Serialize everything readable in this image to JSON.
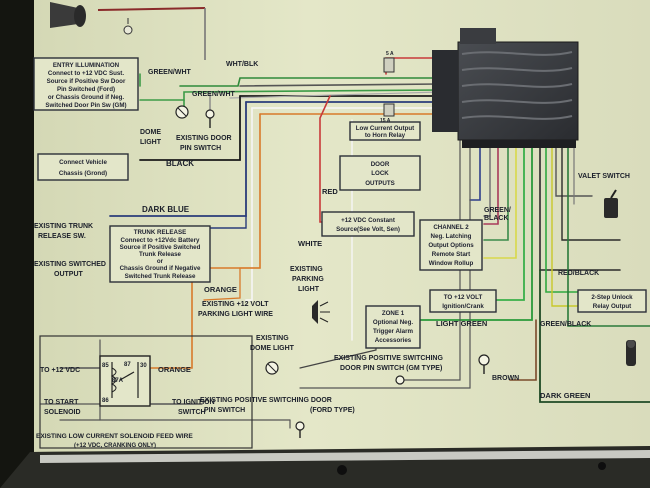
{
  "labels": {
    "wht_blk": "WHT/BLK",
    "green_wht_1": "GREEN/WHT",
    "green_wht_2": "GREEN/WHT",
    "black": "BLACK",
    "dark_blue": "DARK BLUE",
    "white": "WHITE",
    "red": "RED",
    "orange_1": "ORANGE",
    "orange_2": "ORANGE",
    "green_black_top": "GREEN/",
    "green_black_bot": "BLACK",
    "red_black": "RED/BLACK",
    "light_green": "LIGHT GREEN",
    "green_black_2": "GREEN/BLACK",
    "brown": "BROWN",
    "dark_green": "DARK GREEN",
    "valet_switch": "VALET SWITCH",
    "dome_light_1": "DOME",
    "dome_light_2": "LIGHT",
    "door_pin_1": "EXISTING DOOR",
    "door_pin_2": "PIN SWITCH",
    "existing_trunk_1": "EXISTING TRUNK",
    "existing_trunk_2": "RELEASE SW.",
    "existing_switched_1": "EXISTING SWITCHED",
    "existing_switched_2": "OUTPUT",
    "parking_light_1": "EXISTING",
    "parking_light_2": "PARKING",
    "parking_light_3": "LIGHT",
    "existing_12v_1": "EXISTING +12 VOLT",
    "existing_12v_2": "PARKING LIGHT WIRE",
    "existing_dome_1": "EXISTING",
    "existing_dome_2": "DOME LIGHT",
    "pos_switch_gm_1": "EXISTING POSITIVE SWITCHING",
    "pos_switch_gm_2": "DOOR PIN SWITCH (GM TYPE)",
    "pos_switch_ford_1": "EXISTING POSITIVE SWITCHING DOOR",
    "pos_switch_ford_2": "PIN SWITCH",
    "pos_switch_ford_3": "(FORD TYPE)",
    "to_12vdc": "TO +12 VDC",
    "to_start_1": "TO START",
    "to_start_2": "SOLENOID",
    "to_ignition_1": "TO IGNITION",
    "to_ignition_2": "SWITCH",
    "solenoid_1": "EXISTING LOW CURRENT SOLENOID FEED WIRE",
    "solenoid_2": "(+12 VDC, CRANKING ONLY)",
    "relay_85": "85",
    "relay_86": "86",
    "relay_87": "87",
    "relay_87a": "87A",
    "relay_30": "30",
    "fuse_top": "5 A",
    "fuse_mid": "15 A"
  },
  "boxes": {
    "entry_illumination": [
      "ENTRY ILLUMINATION",
      "Connect to +12 VDC Sust.",
      "Source if Positive Sw Door",
      "Pin Switched (Ford)",
      "or Chassis Ground if Neg.",
      "Switched Door Pin Sw (GM)"
    ],
    "connect_vehicle": [
      "Connect Vehicle",
      "Chassis (Grond)"
    ],
    "trunk_release": [
      "TRUNK RELEASE",
      "Connect to +12Vdc Battery",
      "Source if Positive Switched",
      "Trunk Release",
      "or",
      "Chassis Ground if Negative",
      "Switched Trunk Release"
    ],
    "low_current": [
      "Low Current Output",
      "to Horn Relay"
    ],
    "door_lock": [
      "DOOR",
      "LOCK",
      "OUTPUTS"
    ],
    "constant_source": [
      "+12 VDC Constant",
      "Source(See Volt, Sen)"
    ],
    "channel_2": [
      "CHANNEL 2",
      "Neg. Latching",
      "Output Options",
      "Remote Start",
      "Window Rollup"
    ],
    "zone_1": [
      "ZONE 1",
      "Optional Neg.",
      "Trigger Alarm",
      "Accessories"
    ],
    "to_ignition_crank": [
      "TO +12 VOLT",
      "Ignition/Crank"
    ],
    "two_step": [
      "2-Step Unlock",
      "Relay Output"
    ]
  }
}
